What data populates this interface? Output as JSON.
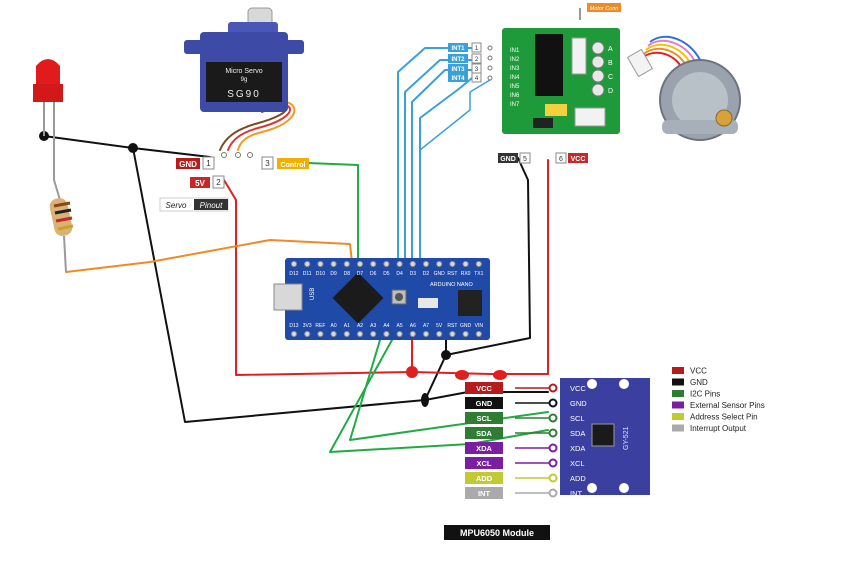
{
  "servo": {
    "brand": "Micro Servo",
    "weight": "9g",
    "model": "SG90",
    "pins": [
      {
        "num": "1",
        "label": "GND",
        "color": "#b71c1c"
      },
      {
        "num": "2",
        "label": "5V",
        "color": "#c62828"
      },
      {
        "num": "3",
        "label": "Control",
        "color": "#f0b000"
      }
    ],
    "pinout_label_a": "Servo",
    "pinout_label_b": "Pinout"
  },
  "driver": {
    "motor_conn_label": "Motor Conn",
    "inputs": [
      {
        "label": "INT1",
        "num": "1"
      },
      {
        "label": "INT2",
        "num": "2"
      },
      {
        "label": "INT3",
        "num": "3"
      },
      {
        "label": "INT4",
        "num": "4"
      }
    ],
    "board_in_labels": [
      "IN1",
      "IN2",
      "IN3",
      "IN4",
      "IN5",
      "IN6",
      "IN7"
    ],
    "board_led_labels": [
      "A",
      "B",
      "C",
      "D"
    ],
    "power_pins": [
      {
        "num": "5",
        "label": "GND",
        "color": "#333333"
      },
      {
        "num": "6",
        "label": "VCC",
        "color": "#c62828"
      }
    ]
  },
  "arduino": {
    "top_pins": [
      "D12",
      "D11",
      "D10",
      "D9",
      "D8",
      "D7",
      "D6",
      "D5",
      "D4",
      "D3",
      "D2",
      "GND",
      "RST",
      "RX0",
      "TX1"
    ],
    "bottom_pins": [
      "D13",
      "3V3",
      "REF",
      "A0",
      "A1",
      "A2",
      "A3",
      "A4",
      "A5",
      "A6",
      "A7",
      "5V",
      "RST",
      "GND",
      "VIN"
    ],
    "chip_label": "ARDUINO NANO",
    "usb_label": "USB"
  },
  "mpu": {
    "title": "MPU6050 Module",
    "pins": [
      {
        "label": "VCC",
        "color": "#b71c1c"
      },
      {
        "label": "GND",
        "color": "#111111"
      },
      {
        "label": "SCL",
        "color": "#2e7d32"
      },
      {
        "label": "SDA",
        "color": "#2e7d32"
      },
      {
        "label": "XDA",
        "color": "#7b1fa2"
      },
      {
        "label": "XCL",
        "color": "#7b1fa2"
      },
      {
        "label": "ADD",
        "color": "#c0ca33"
      },
      {
        "label": "INT",
        "color": "#aaaaaa"
      }
    ],
    "board_label": "GY-521"
  },
  "legend": [
    {
      "label": "VCC",
      "color": "#b71c1c"
    },
    {
      "label": "GND",
      "color": "#111111"
    },
    {
      "label": "I2C Pins",
      "color": "#2e7d32"
    },
    {
      "label": "External Sensor Pins",
      "color": "#7b1fa2"
    },
    {
      "label": "Address Select Pin",
      "color": "#c0ca33"
    },
    {
      "label": "Interrupt Output",
      "color": "#aaaaaa"
    }
  ],
  "colors": {
    "wire_black": "#111111",
    "wire_red": "#e02020",
    "wire_green": "#22aa44",
    "wire_blue": "#3aa0d8",
    "wire_orange": "#f08a24",
    "nano_blue": "#1f4aa8",
    "driver_green": "#1f9a3a",
    "mpu_blue": "#3a3fa0",
    "servo_blue": "#3d4aa6"
  }
}
